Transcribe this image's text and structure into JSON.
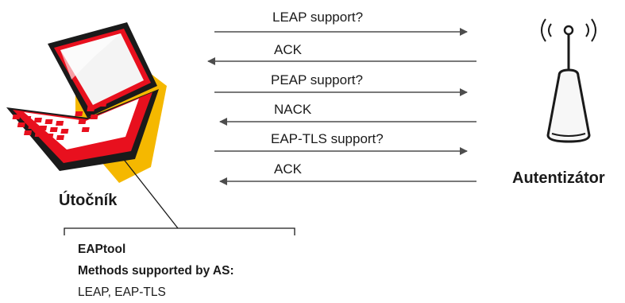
{
  "attacker": {
    "label": "Útočník"
  },
  "authenticator": {
    "label": "Autentizátor"
  },
  "messages": [
    {
      "label": "LEAP support?",
      "direction": "right"
    },
    {
      "label": "ACK",
      "direction": "left"
    },
    {
      "label": "PEAP support?",
      "direction": "right"
    },
    {
      "label": "NACK",
      "direction": "left"
    },
    {
      "label": "EAP-TLS support?",
      "direction": "right"
    },
    {
      "label": "ACK",
      "direction": "left"
    }
  ],
  "note": {
    "tool": "EAPtool",
    "heading": "Methods supported by AS:",
    "methods": "LEAP, EAP-TLS"
  },
  "colors": {
    "laptop_red": "#e8101e",
    "laptop_dark": "#1a1a1a",
    "shadow_yellow": "#f5b800",
    "arrow": "#4d4d4d"
  }
}
